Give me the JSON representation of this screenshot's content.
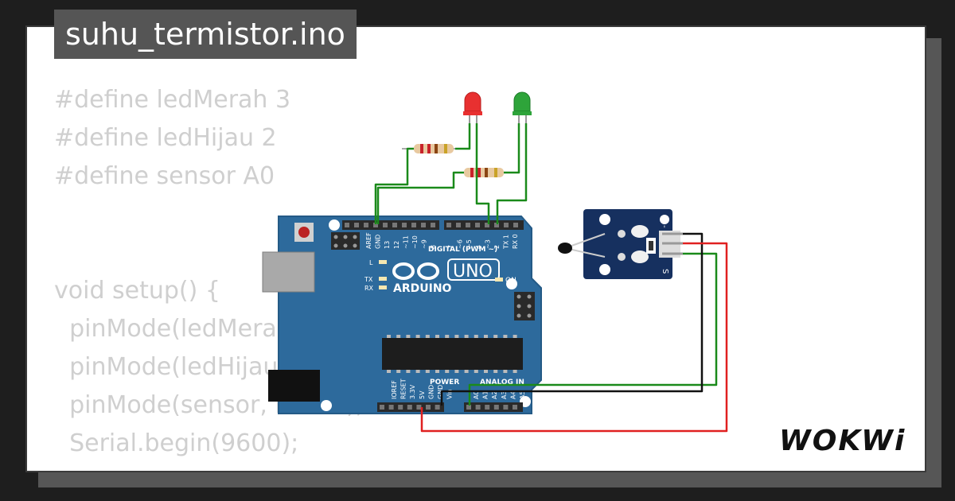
{
  "page": {
    "title": "suhu_termistor.ino"
  },
  "code_lines": [
    "#define ledMerah 3",
    "#define ledHijau 2",
    "#define sensor A0",
    "",
    "",
    "void setup() {",
    "  pinMode(ledMerah, OUTPUT);",
    "  pinMode(ledHijau, OUTPUT);",
    "  pinMode(sensor, INPUT);",
    "  Serial.begin(9600);"
  ],
  "board": {
    "name": "UNO",
    "brand": "ARDUINO",
    "digital_label": "DIGITAL (PWM ~)",
    "power_label": "POWER",
    "analog_label": "ANALOG IN",
    "on_label": "ON",
    "l_label": "L",
    "tx_label": "TX",
    "rx_label": "RX",
    "top_pins": [
      "AREF",
      "GND",
      "13",
      "12",
      "~11",
      "~10",
      "~9",
      "8",
      "7",
      "~6",
      "~5",
      "4",
      "~3",
      "2",
      "TX 1",
      "RX 0"
    ],
    "power_pins": [
      "IOREF",
      "RESET",
      "3.3V",
      "5V",
      "GND",
      "GND",
      "Vin"
    ],
    "analog_pins": [
      "A0",
      "A1",
      "A2",
      "A3",
      "A4",
      "A5"
    ]
  },
  "sensor_module": {
    "pin_minus": "-",
    "pin_s": "S"
  },
  "brand_logo": "WOKWi",
  "colors": {
    "board": "#2d6a9c",
    "wire_green": "#1a8a1a",
    "wire_red": "#e02020",
    "wire_black": "#111111",
    "led_red": "#e83030",
    "led_green": "#2ea43a",
    "module": "#16305f"
  }
}
